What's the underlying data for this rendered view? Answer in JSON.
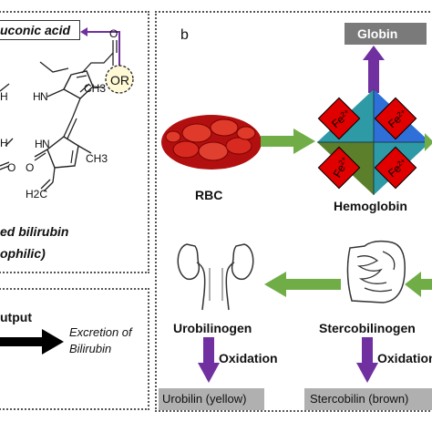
{
  "panel_a": {
    "glucuronic_label": "uconic acid",
    "or_group": "OR",
    "methyl_top": "CH3",
    "methyl_bottom": "CH3",
    "h_top": "H",
    "h_mid": "H",
    "vinyl": "H2C",
    "atom_o_ring": "O",
    "atom_n_top": "N",
    "atom_n_bottom": "N",
    "atom_h_n_top": "H",
    "atom_h_n_bottom": "H",
    "atom_o_bottom": "O",
    "atom_o_carboxyl": "O",
    "caption_line1": "ed bilirubin",
    "caption_line2": "ophilic)"
  },
  "panel_bottom_left": {
    "output_label": "utput",
    "excretion_line1": "Excretion of",
    "excretion_line2": "Bilirubin"
  },
  "panel_b": {
    "letter": "b",
    "globin": "Globin",
    "rbc": "RBC",
    "hemoglobin": "Hemoglobin",
    "fe_label": "Fe",
    "fe_charge": "2+",
    "urobilinogen": "Urobilinogen",
    "stercobilinogen": "Stercobilinogen",
    "oxidation_left": "Oxidation",
    "oxidation_right": "Oxidation",
    "urobilin": "Urobilin (yellow)",
    "stercobilin": "Stercobilin (brown)"
  },
  "colors": {
    "purple": "#7030a0",
    "green": "#70ad47",
    "red": "#e00000",
    "teal": "#2e9aa6",
    "blue": "#2e6fd8",
    "olive": "#5b7f2a",
    "gray_box": "#b0b0b0",
    "dark_box": "#7a7a7a"
  }
}
